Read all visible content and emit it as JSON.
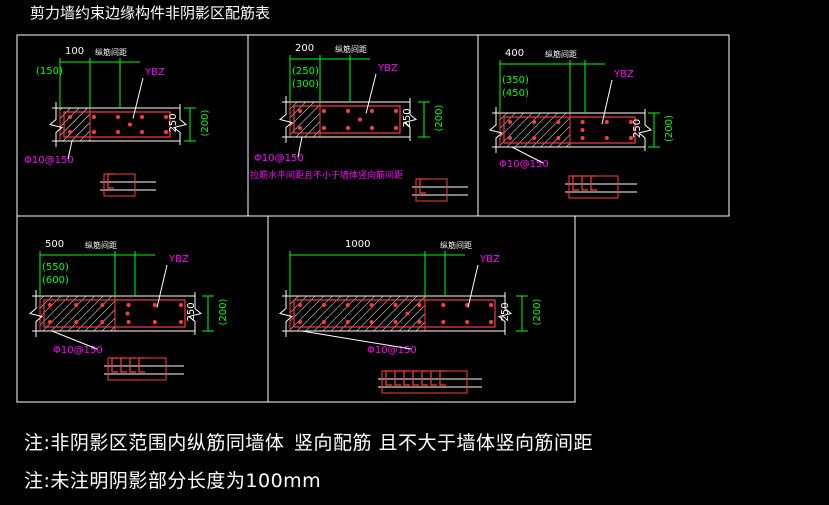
{
  "title": "剪力墙约束边缘构件非阴影区配筋表",
  "colors": {
    "frame": "#ffffff",
    "rebar": "#ff3b3b",
    "dim": "#00ff00",
    "label": "#ff00ff",
    "text": "#ffffff",
    "hatch": "#ffffff"
  },
  "panels": [
    {
      "width_label": "100",
      "alt_width": [
        "(150)"
      ],
      "spacing_label": "纵筋间距",
      "ybz": "YBZ",
      "thickness": "250",
      "alt_thickness": "(200)",
      "stirrup": "Φ10@150",
      "note": "",
      "tie_count": 1
    },
    {
      "width_label": "200",
      "alt_width": [
        "(250)",
        "(300)"
      ],
      "spacing_label": "纵筋间距",
      "ybz": "YBZ",
      "thickness": "250",
      "alt_thickness": "(200)",
      "stirrup": "Φ10@150",
      "note": "拉筋水平间距且不小于墙体竖向筋间距",
      "tie_count": 1
    },
    {
      "width_label": "400",
      "alt_width": [
        "(350)",
        "(450)"
      ],
      "spacing_label": "纵筋间距",
      "ybz": "YBZ",
      "thickness": "250",
      "alt_thickness": "(200)",
      "stirrup": "Φ10@150",
      "note": "",
      "tie_count": 3
    },
    {
      "width_label": "500",
      "alt_width": [
        "(550)",
        "(600)"
      ],
      "spacing_label": "纵筋间距",
      "ybz": "YBZ",
      "thickness": "250",
      "alt_thickness": "(200)",
      "stirrup": "Φ10@150",
      "note": "",
      "tie_count": 4
    },
    {
      "width_label": "1000",
      "alt_width": [],
      "spacing_label": "纵筋间距",
      "ybz": "YBZ",
      "thickness": "250",
      "alt_thickness": "(200)",
      "stirrup": "Φ10@150",
      "note": "",
      "tie_count": 7
    }
  ],
  "notes": {
    "line1": "注:非阴影区范围内纵筋同墙体",
    "line1b": "竖向配筋 且不大于墙体竖向筋间距",
    "line2": "注:未注明阴影部分长度为100mm"
  }
}
